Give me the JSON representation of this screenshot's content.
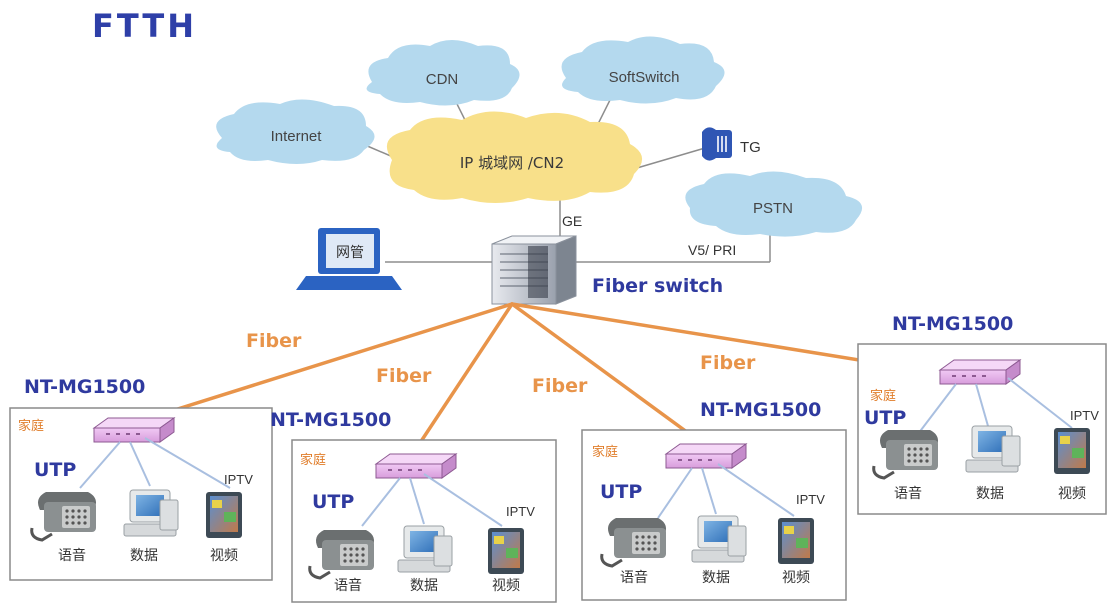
{
  "title": "FTTH",
  "clouds": {
    "cdn": "CDN",
    "softswitch": "SoftSwitch",
    "internet": "Internet",
    "core": "IP 城域网 /CN2",
    "pstn": "PSTN"
  },
  "tg_label": "TG",
  "ge_label": "GE",
  "v5_label": "V5/ PRI",
  "nms_label": "网管",
  "switch_label": "Fiber switch",
  "fiber_label": "Fiber",
  "colors": {
    "title": "#2e3fa8",
    "fiber": "#e8944a",
    "label_blue": "#2f3a9f",
    "cloud_blue": "#b4d9ee",
    "cloud_yellow": "#f8e08a",
    "home_text": "#e07d2a"
  },
  "homes": [
    {
      "device": "NT-MG1500",
      "home": "家庭",
      "utp": "UTP",
      "iptv": "IPTV",
      "voice": "语音",
      "data": "数据",
      "video": "视频"
    },
    {
      "device": "NT-MG1500",
      "home": "家庭",
      "utp": "UTP",
      "iptv": "IPTV",
      "voice": "语音",
      "data": "数据",
      "video": "视频"
    },
    {
      "device": "NT-MG1500",
      "home": "家庭",
      "utp": "UTP",
      "iptv": "IPTV",
      "voice": "语音",
      "data": "数据",
      "video": "视频"
    },
    {
      "device": "NT-MG1500",
      "home": "家庭",
      "utp": "UTP",
      "iptv": "IPTV",
      "voice": "语音",
      "data": "数据",
      "video": "视频"
    }
  ]
}
